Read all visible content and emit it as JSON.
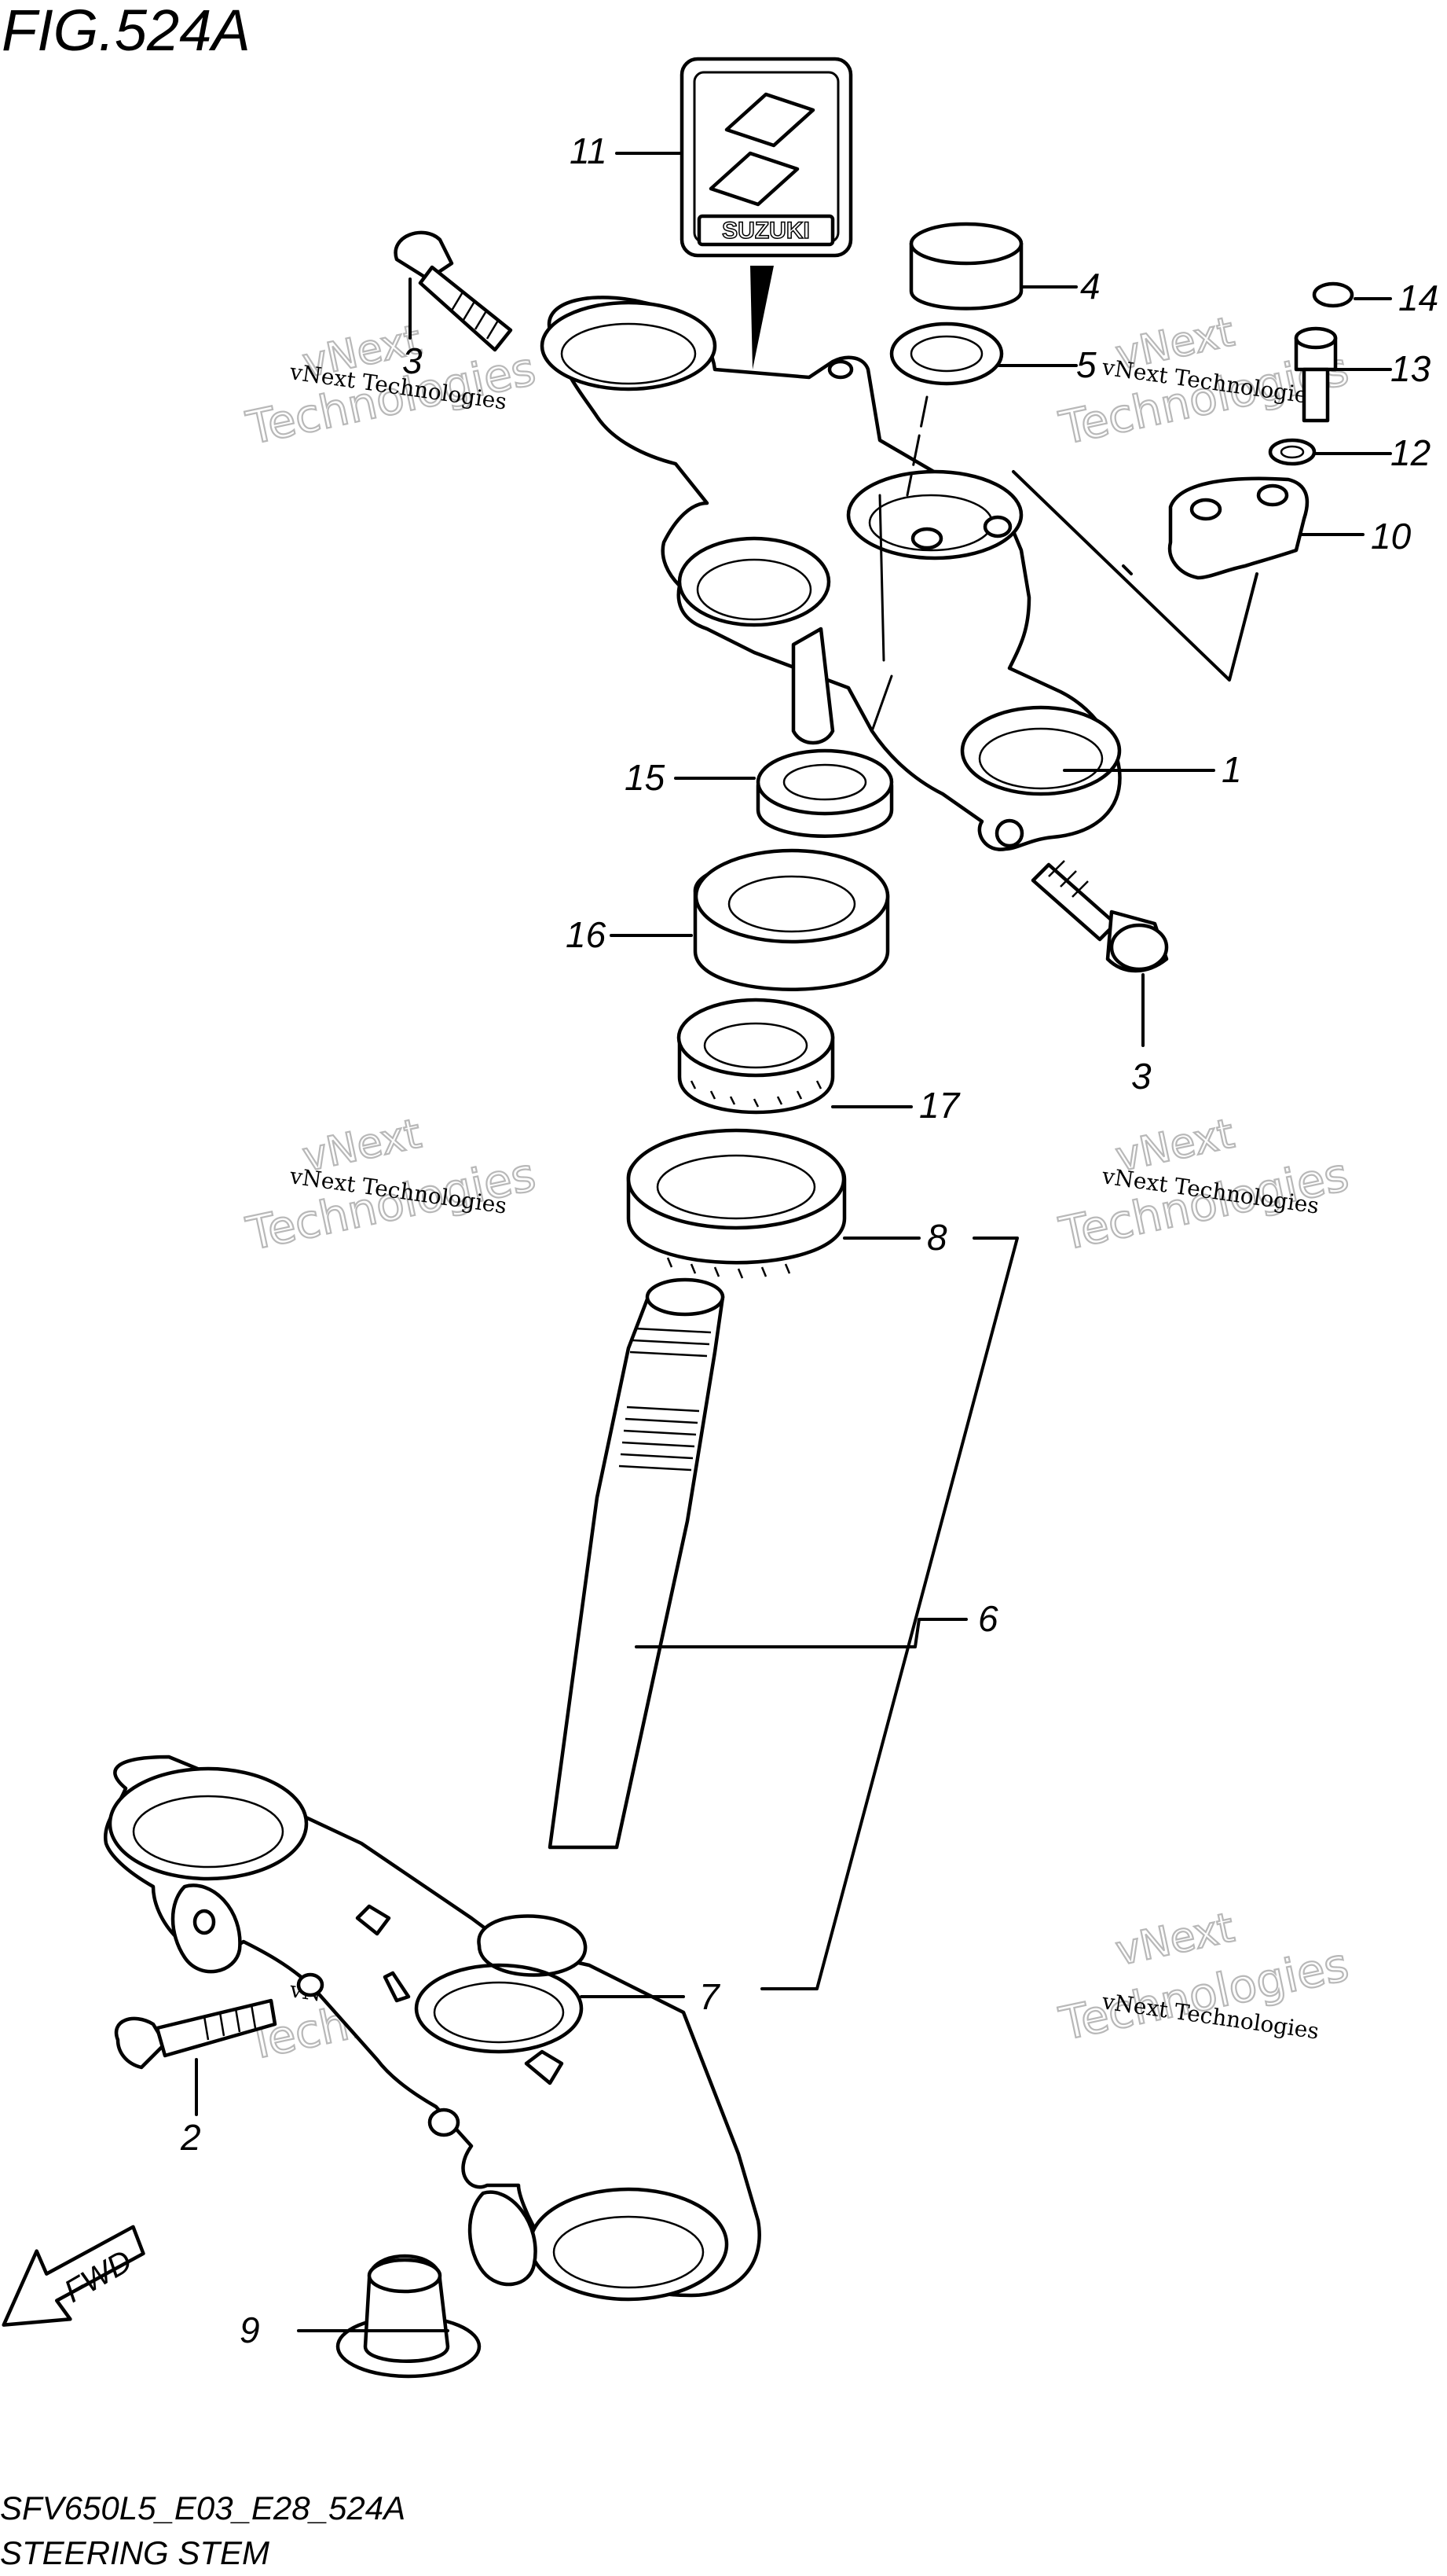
{
  "figure_title": "FIG.524A",
  "diagram_code": "SFV650L5_E03_E28_524A",
  "diagram_name": "STEERING STEM",
  "logo_text": "SUZUKI",
  "fwd_label": "FWD",
  "watermark_line1": "vNext Technologies",
  "watermark_line2": "vNext",
  "watermark_line3": "Technologies",
  "callouts": {
    "c1": "1",
    "c2": "2",
    "c3a": "3",
    "c3b": "3",
    "c4": "4",
    "c5": "5",
    "c6": "6",
    "c7": "7",
    "c8": "8",
    "c9": "9",
    "c10": "10",
    "c11": "11",
    "c12": "12",
    "c13": "13",
    "c14": "14",
    "c15": "15",
    "c16": "16",
    "c17": "17"
  }
}
